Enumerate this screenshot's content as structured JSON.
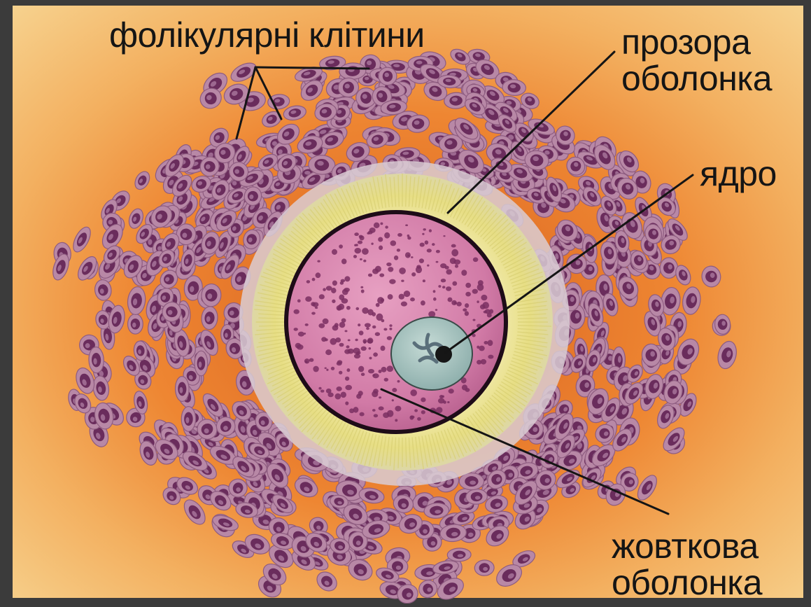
{
  "labels": {
    "follicular_cells": "фолікулярні клітини",
    "zona_line1": "прозора",
    "zona_line2": "оболонка",
    "nucleus": "ядро",
    "vitelline_line1": "жовткова",
    "vitelline_line2": "оболонка"
  },
  "colors": {
    "frame": "#3b3b3b",
    "background_outer": "#f5d58a",
    "background_glow": "#f08a2a",
    "corona_cells": "#b888a6",
    "cell_nucleus": "#6a2c5c",
    "zona_pellucida": "#ece38c",
    "cytoplasm": "#d47aa6",
    "yolk_granules": "#7a2f62",
    "nucleus_fill": "#a8c4c0",
    "nucleolus": "#1a1a1a",
    "leader_lines": "#151515"
  },
  "icons": {
    "oocyte": "egg-cell-illustration",
    "nucleus": "nucleus-icon",
    "follicle_cell": "follicle-cell-icon"
  }
}
